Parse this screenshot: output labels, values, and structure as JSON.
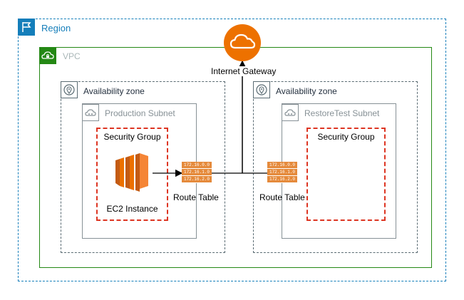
{
  "region": {
    "label": "Region",
    "icon": "flag-icon",
    "color": "#147eba"
  },
  "vpc": {
    "label": "VPC",
    "icon": "lock-cloud-icon",
    "color": "#248814"
  },
  "internet_gateway": {
    "label": "Internet Gateway",
    "icon": "cloud-icon",
    "color": "#ed7100"
  },
  "availability_zones": [
    {
      "label": "Availability zone",
      "icon": "location-pin-icon"
    },
    {
      "label": "Availability zone",
      "icon": "location-pin-icon"
    }
  ],
  "subnets": [
    {
      "label": "Production Subnet",
      "icon": "subnet-cloud-icon"
    },
    {
      "label": "RestoreTest Subnet",
      "icon": "subnet-cloud-icon"
    }
  ],
  "security_groups": [
    {
      "label": "Security Group",
      "color": "#dd3522"
    },
    {
      "label": "Security Group",
      "color": "#dd3522"
    }
  ],
  "ec2": {
    "label": "EC2 Instance",
    "icon": "ec2-instance-icon",
    "color": "#ed7100"
  },
  "route_tables": [
    {
      "label": "Route Table",
      "entries": [
        "172.16.0.0",
        "172.16.1.0",
        "172.16.2.0"
      ],
      "color": "#e58a3b"
    },
    {
      "label": "Route Table",
      "entries": [
        "172.16.0.0",
        "172.16.1.0",
        "172.16.2.0"
      ],
      "color": "#e58a3b"
    }
  ]
}
